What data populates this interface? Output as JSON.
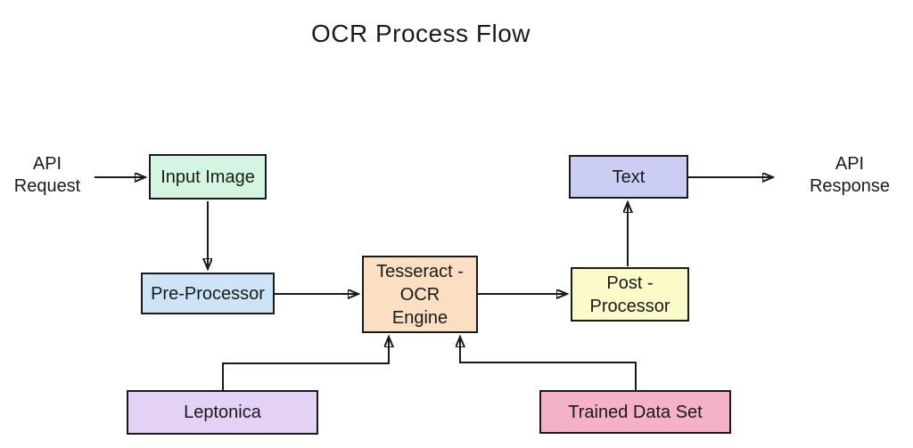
{
  "title": "OCR Process Flow",
  "endpoints": {
    "request": "API\nRequest",
    "response": "API\nResponse"
  },
  "nodes": {
    "input_image": {
      "label": "Input Image",
      "fill": "#d4f5e1"
    },
    "pre_processor": {
      "label": "Pre-Processor",
      "fill": "#cde4f7"
    },
    "tesseract": {
      "label": "Tesseract -\nOCR\nEngine",
      "fill": "#fadfc2"
    },
    "post_processor": {
      "label": "Post -\nProcessor",
      "fill": "#fbfbc9"
    },
    "text": {
      "label": "Text",
      "fill": "#cbcdf2"
    },
    "leptonica": {
      "label": "Leptonica",
      "fill": "#e4d2f6"
    },
    "trained_data_set": {
      "label": "Trained Data Set",
      "fill": "#f4b1c7"
    }
  },
  "style": {
    "background": "#ffffff",
    "border_color": "#1a1a1a",
    "arrow_color": "#1a1a1a",
    "text_color": "#1a1a1a"
  }
}
